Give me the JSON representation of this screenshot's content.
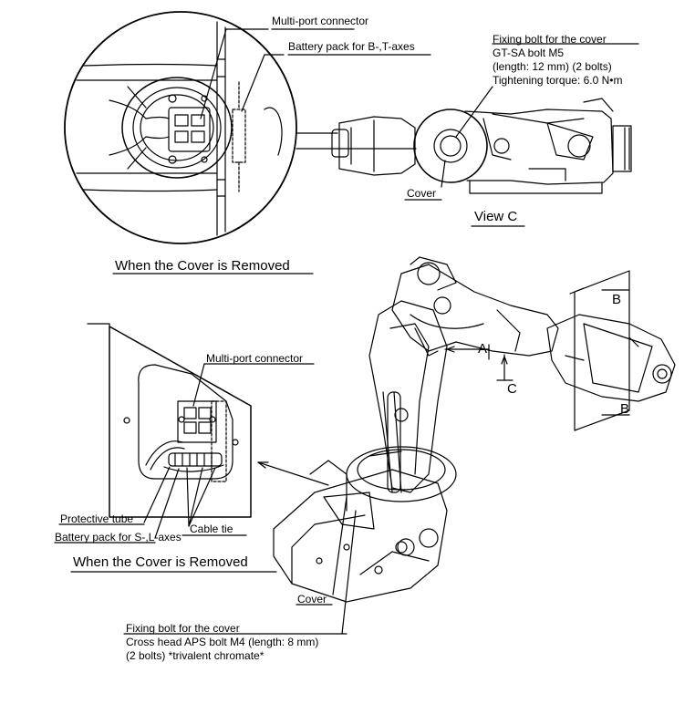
{
  "figure": {
    "top_detail": {
      "multiport_label": "Multi-port connector",
      "battery_label": "Battery pack for B-,T-axes",
      "caption": "When the Cover is Removed"
    },
    "view_c": {
      "bolt_title": "Fixing bolt for the cover",
      "bolt_spec": "GT-SA bolt M5",
      "bolt_length": "(length: 12 mm) (2 bolts)",
      "bolt_torque": "Tightening torque: 6.0 N•m",
      "cover_label": "Cover",
      "caption": "View C"
    },
    "main_view": {
      "arrow_a": "A",
      "arrow_b_top": "B",
      "arrow_b_bottom": "B",
      "arrow_c": "C",
      "cover_label": "Cover"
    },
    "lower_detail": {
      "multiport_label": "Multi-port connector",
      "protective_tube": "Protective tube",
      "battery_label": "Battery pack for S-,L-axes",
      "cable_tie": "Cable tie",
      "caption": "When the Cover is Removed"
    },
    "bottom_note": {
      "title": "Fixing bolt for the cover",
      "spec": "Cross head APS bolt M4 (length: 8 mm)",
      "detail": "(2 bolts) *trivalent chromate*"
    }
  }
}
